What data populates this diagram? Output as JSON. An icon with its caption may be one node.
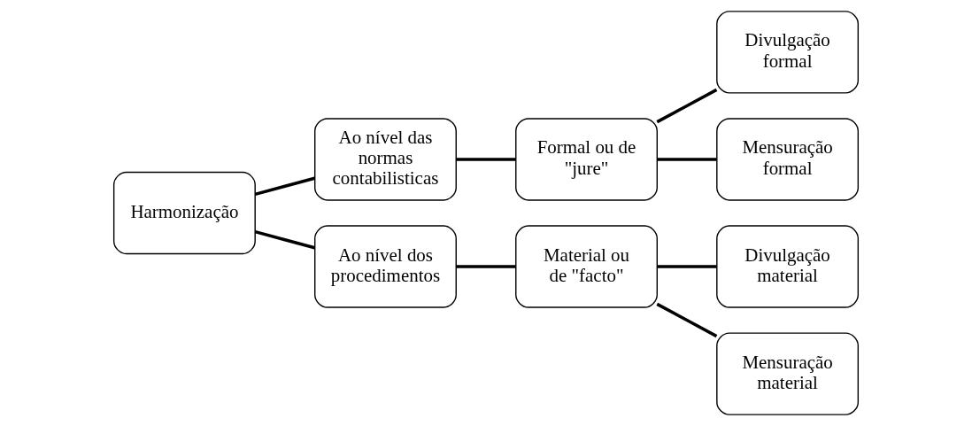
{
  "diagram": {
    "nodes": [
      {
        "text": [
          "Harmonização"
        ]
      },
      {
        "text": [
          "Ao nível das normas contabilisticas"
        ]
      },
      {
        "text": [
          "Formal ou de \"jure\""
        ]
      },
      {
        "text": [
          "Divulgação formal"
        ]
      },
      {
        "text": [
          "Mensuração formal"
        ]
      },
      {
        "text": [
          "Ao nível dos procedimentos"
        ]
      },
      {
        "text": [
          "Material ou de \"facto\""
        ]
      },
      {
        "text": [
          "Divulgação material"
        ]
      },
      {
        "text": [
          "Mensuração material"
        ]
      }
    ],
    "edges": [
      {
        "from": 0,
        "to": 1,
        "arrow": "none"
      },
      {
        "from": 1,
        "to": 2,
        "arrow": "none"
      },
      {
        "from": 2,
        "to": 3,
        "arrow": "none"
      },
      {
        "from": 2,
        "to": 4,
        "arrow": "none"
      },
      {
        "from": 0,
        "to": 5,
        "arrow": "none"
      },
      {
        "from": 5,
        "to": 6,
        "arrow": "none"
      },
      {
        "from": 6,
        "to": 7,
        "arrow": "none"
      },
      {
        "from": 6,
        "to": 8,
        "arrow": "none"
      }
    ]
  }
}
